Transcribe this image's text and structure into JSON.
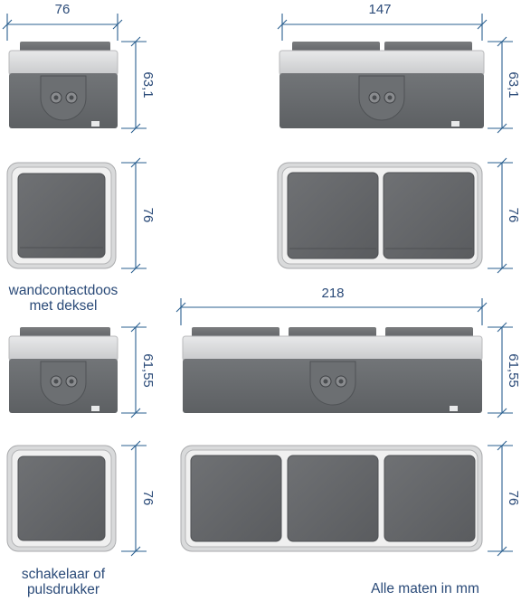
{
  "dimensions": {
    "single_width": "76",
    "single_side_height": "63,1",
    "single_front_height": "76",
    "double_width": "147",
    "double_side_height": "63,1",
    "double_front_height": "76",
    "triple_width": "218",
    "switch_side_height": "61,55",
    "switch_front_height": "76",
    "triple_side_height": "61,55",
    "triple_front_height": "76"
  },
  "captions": {
    "socket_line1": "wandcontactdoos",
    "socket_line2": "met deksel",
    "switch_line1": "schakelaar of",
    "switch_line2": "pulsdrukker",
    "units_note": "Alle maten in mm"
  },
  "colors": {
    "dimension_line": "#2a5f8f",
    "text": "#2a4a78",
    "housing_dark": "#6a6d70",
    "housing_light": "#d9dadb",
    "cover": "#656769"
  }
}
